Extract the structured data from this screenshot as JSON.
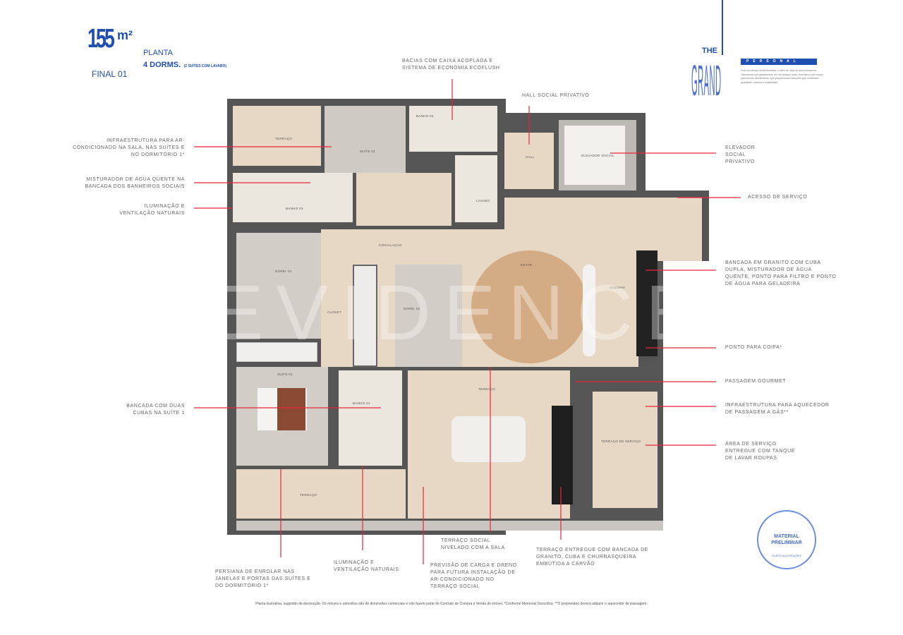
{
  "header": {
    "area_number": "155",
    "area_unit": "m²",
    "plan_label": "PLANTA",
    "dorms": "4 DORMS.",
    "dorms_detail": "(2 SUÍTES COM LAVABO)",
    "final": "FINAL 01"
  },
  "brand": {
    "the": "THE",
    "grand": "GRAND",
    "personal": "PERSONAL",
    "description": "Fruto do desejo de personalizar o estilo de vida de seus moradores. Transforme seu apartamento em um espaço único, exclusivo, com nossa parceria em atendimento, que proporcionam soluções que combinam qualidade, conforto e praticidade."
  },
  "rooms": {
    "terraco_top": "TERRAÇO",
    "suite02": "SUÍTE 02",
    "banho02": "BANHO 02",
    "hall": "HALL",
    "elevador": "ELEVADOR SOCIAL",
    "lavabo": "LAVABO",
    "banho03": "BANHO 03",
    "circulacao": "CIRCULAÇÃO",
    "dorm01": "DORM. 01",
    "closet": "CLOSET",
    "dorm02": "DORM. 02",
    "estar": "ESTAR",
    "cozinha": "COZINHA",
    "suite01": "SUÍTE 01",
    "banho01": "BANHO 01",
    "terraco_social": "TERRAÇO",
    "terraco_servico": "TERRAÇO DE SERVIÇO",
    "terraco_bottom": "TERRAÇO"
  },
  "notes": {
    "infra_ar": "INFRAESTRUTURA PARA AR-CONDICIONADO NA SALA, NAS SUÍTES E NO DORMITÓRIO 1*",
    "misturador": "MISTURADOR DE ÁGUA QUENTE NA BANCADA DOS BANHEIROS SOCIAIS",
    "iluminacao_left": "ILUMINAÇÃO E VENTILAÇÃO NATURAIS",
    "bancada_cubas": "BANCADA COM DUAS CUBAS NA SUÍTE 1",
    "bacias": "BACIAS COM CAIXA ACOPLADA E SISTEMA DE ECONOMIA ECOFLUSH",
    "hall_social": "HALL SOCIAL PRIVATIVO",
    "elevador": "ELEVADOR SOCIAL PRIVATIVO",
    "acesso": "ACESSO DE SERVIÇO",
    "bancada_granito": "BANCADA EM GRANITO COM CUBA DUPLA, MISTURADOR DE ÁGUA QUENTE, PONTO PARA FILTRO E PONTO DE ÁGUA PARA GELADEIRA",
    "coifa": "PONTO PARA COIFA*",
    "passagem": "PASSAGEM GOURMET",
    "aquecedor": "INFRAESTRUTURA PARA AQUECEDOR DE PASSAGEM A GÁS**",
    "area_servico": "ÁREA DE SERVIÇO ENTREGUE COM TANQUE DE LAVAR ROUPAS",
    "persiana": "PERSIANA DE ENROLAR NAS JANELAS E PORTAS DAS SUÍTES E DO DORMITÓRIO 1*",
    "iluminacao_bottom": "ILUMINAÇÃO E VENTILAÇÃO NATURAIS",
    "terraco_social": "TERRAÇO SOCIAL NIVELADO COM A SALA",
    "previsao": "PREVISÃO DE CARGA E DRENO PARA FUTURA INSTALAÇÃO DE AR-CONDICIONADO NO TERRAÇO SOCIAL",
    "terraco_entregue": "TERRAÇO ENTREGUE COM BANCADA DE GRANITO, CUBA E CHURRASQUEIRA EMBUTIDA A CARVÃO"
  },
  "stamp": {
    "line1": "MATERIAL",
    "line2": "PRELIMINAR",
    "ring": "SUJEITO A ALTERAÇÕES"
  },
  "watermark": "EVIDENCE",
  "footnote": "Planta ilustrativa, sugestão de decoração. Os móveis e utensílios são de dimensões comerciais e não fazem parte do Contrato de Compra e Venda do imóvel. *Conforme Memorial Descritivo. **O proprietário deverá adquirir o aquecedor de passagem.",
  "colors": {
    "brand_blue": "#1f4fb0",
    "annotation_red": "#e8263a",
    "floor": "#e6d8c4",
    "wall": "#555555"
  }
}
